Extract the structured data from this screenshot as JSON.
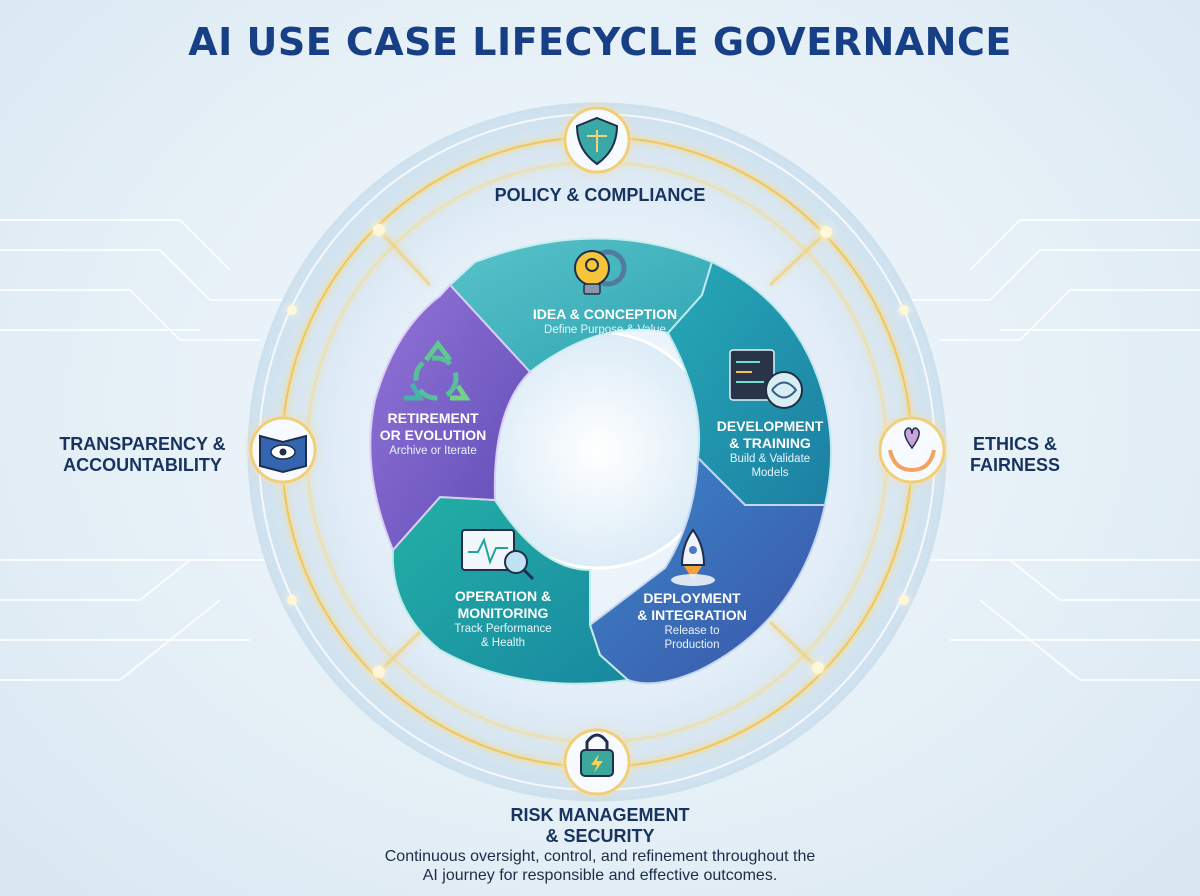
{
  "title": "AI USE CASE LIFECYCLE GOVERNANCE",
  "pillars": {
    "top": "POLICY & COMPLIANCE",
    "left_line1": "TRANSPARENCY &",
    "left_line2": "ACCOUNTABILITY",
    "right_line1": "ETHICS &",
    "right_line2": "FAIRNESS",
    "bottom_line1": "RISK MANAGEMENT",
    "bottom_line2": "& SECURITY"
  },
  "stages": {
    "idea": {
      "title": "IDEA & CONCEPTION",
      "subtitle": "Define Purpose & Value",
      "icon": "lightbulb-gear-icon"
    },
    "development": {
      "title_line1": "DEVELOPMENT",
      "title_line2": "& TRAINING",
      "sub_line1": "Build & Validate",
      "sub_line2": "Models",
      "icon": "code-brain-icon"
    },
    "deployment": {
      "title_line1": "DEPLOYMENT",
      "title_line2": "& INTEGRATION",
      "sub_line1": "Release to",
      "sub_line2": "Production",
      "icon": "rocket-icon"
    },
    "operation": {
      "title_line1": "OPERATION &",
      "title_line2": "MONITORING",
      "sub_line1": "Track Performance",
      "sub_line2": "& Health",
      "icon": "monitor-magnifier-icon"
    },
    "retirement": {
      "title_line1": "RETIREMENT",
      "title_line2": "OR EVOLUTION",
      "subtitle": "Archive or Iterate",
      "icon": "recycle-icon"
    }
  },
  "footer": {
    "line1": "Continuous oversight, control, and refinement throughout the",
    "line2": "AI journey for responsible and effective outcomes."
  },
  "colors": {
    "title": "#163f86",
    "idea": "#3fb5be",
    "development": "#1a97a8",
    "deployment": "#3c63b8",
    "operation": "#1aa3a0",
    "retirement": "#7a5fc9",
    "glow": "#f3d27a"
  }
}
